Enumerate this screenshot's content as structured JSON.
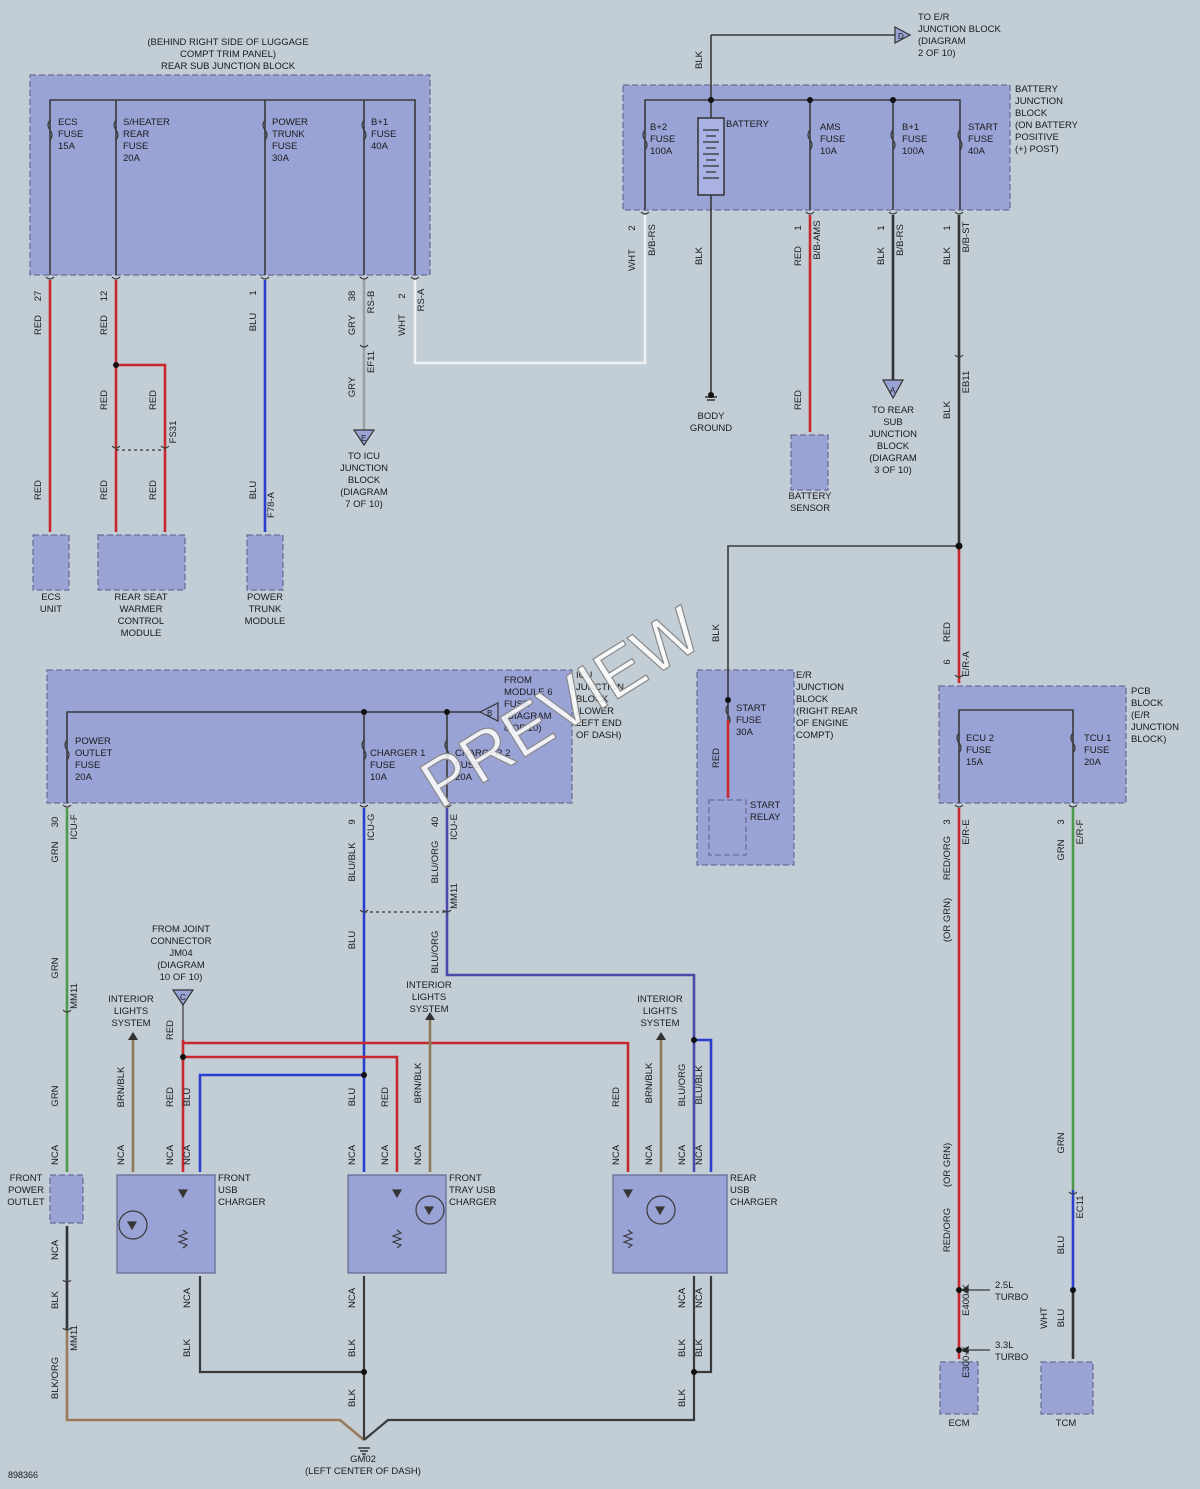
{
  "doc_id": "898366",
  "watermark": "PREVIEW",
  "rear_sub_jb": {
    "title": [
      "(BEHIND RIGHT SIDE OF LUGGAGE",
      "COMPT TRIM PANEL)",
      "REAR SUB JUNCTION BLOCK"
    ],
    "fuses": [
      {
        "lines": [
          "ECS",
          "FUSE",
          "15A"
        ]
      },
      {
        "lines": [
          "S/HEATER",
          "REAR",
          "FUSE",
          "20A"
        ]
      },
      {
        "lines": [
          "POWER",
          "TRUNK",
          "FUSE",
          "30A"
        ]
      },
      {
        "lines": [
          "B+1",
          "FUSE",
          "40A"
        ]
      }
    ],
    "pins": [
      "27",
      "12",
      "1",
      "38",
      "2"
    ],
    "connectors": [
      "RS-B",
      "RS-A"
    ]
  },
  "battery_jb": {
    "title": [
      "BATTERY",
      "JUNCTION",
      "BLOCK",
      "(ON BATTERY",
      "POSITIVE",
      "(+) POST)"
    ],
    "battery_label": "BATTERY",
    "fuses": [
      {
        "lines": [
          "B+2",
          "FUSE",
          "100A"
        ]
      },
      {
        "lines": [
          "AMS",
          "FUSE",
          "10A"
        ]
      },
      {
        "lines": [
          "B+1",
          "FUSE",
          "100A"
        ]
      },
      {
        "lines": [
          "START",
          "FUSE",
          "40A"
        ]
      }
    ],
    "pins": [
      "2",
      "1",
      "1",
      "1"
    ],
    "connectors": [
      "B/B-RS",
      "B/B-AMS",
      "B/B-RS",
      "B/B-ST"
    ]
  },
  "icu_jb": {
    "title": [
      "ICU",
      "JUNCTION",
      "BLOCK",
      "(LOWER",
      "LEFT END",
      "OF DASH)"
    ],
    "from_label": [
      "FROM",
      "MODULE 6",
      "FUSE",
      "(DIAGRAM",
      "8 OF 10)"
    ],
    "fuses": [
      {
        "lines": [
          "POWER",
          "OUTLET",
          "FUSE",
          "20A"
        ]
      },
      {
        "lines": [
          "CHARGER 1",
          "FUSE",
          "10A"
        ]
      },
      {
        "lines": [
          "CHARGER 2",
          "FUSE",
          "20A"
        ]
      }
    ],
    "pins": [
      "30",
      "9",
      "40"
    ],
    "connectors": [
      "ICU-F",
      "ICU-G",
      "ICU-E"
    ]
  },
  "er_jb": {
    "title": [
      "E/R",
      "JUNCTION",
      "BLOCK",
      "(RIGHT REAR",
      "OF ENGINE",
      "COMPT)"
    ],
    "fuse": {
      "lines": [
        "START",
        "FUSE",
        "30A"
      ]
    },
    "relay": [
      "START",
      "RELAY"
    ]
  },
  "pcb_block": {
    "title": [
      "PCB",
      "BLOCK",
      "(E/R",
      "JUNCTION",
      "BLOCK)"
    ],
    "fuses": [
      {
        "lines": [
          "ECU 2",
          "FUSE",
          "15A"
        ]
      },
      {
        "lines": [
          "TCU 1",
          "FUSE",
          "20A"
        ]
      }
    ],
    "pins": [
      "6",
      "3",
      "3"
    ],
    "connectors": [
      "E/R-A",
      "E/R-E",
      "E/R-F"
    ]
  },
  "components": {
    "ecs_unit": [
      "ECS",
      "UNIT"
    ],
    "rear_seat": [
      "REAR SEAT",
      "WARMER",
      "CONTROL",
      "MODULE"
    ],
    "power_trunk": [
      "POWER",
      "TRUNK",
      "MODULE"
    ],
    "battery_sensor": [
      "BATTERY",
      "SENSOR"
    ],
    "front_outlet": [
      "FRONT",
      "POWER",
      "OUTLET"
    ],
    "front_usb": [
      "FRONT",
      "USB",
      "CHARGER"
    ],
    "front_tray_usb": [
      "FRONT",
      "TRAY USB",
      "CHARGER"
    ],
    "rear_usb": [
      "REAR",
      "USB",
      "CHARGER"
    ],
    "ecm": "ECM",
    "tcm": "TCM"
  },
  "references": {
    "to_er_jb": [
      "TO E/R",
      "JUNCTION BLOCK",
      "(DIAGRAM",
      "2 OF 10)"
    ],
    "to_icu_jb": [
      "TO ICU",
      "JUNCTION",
      "BLOCK",
      "(DIAGRAM",
      "7 OF 10)"
    ],
    "to_rear_sub": [
      "TO REAR",
      "SUB",
      "JUNCTION",
      "BLOCK",
      "(DIAGRAM",
      "3 OF 10)"
    ],
    "body_ground": [
      "BODY",
      "GROUND"
    ],
    "from_joint": [
      "FROM JOINT",
      "CONNECTOR",
      "JM04",
      "(DIAGRAM",
      "10 OF 10)"
    ],
    "interior_lights": [
      "INTERIOR",
      "LIGHTS",
      "SYSTEM"
    ],
    "ground_gm02": [
      "GM02",
      "(LEFT CENTER OF DASH)"
    ],
    "turbo_25": [
      "2.5L",
      "TURBO"
    ],
    "turbo_33": [
      "3.3L",
      "TURBO"
    ],
    "letters": {
      "D": "D",
      "E": "E",
      "A": "A",
      "B": "B",
      "C": "C"
    }
  },
  "wire_colors": {
    "RED": "#c8282c",
    "BLU": "#2a3ed0",
    "GRN": "#4e9a4a",
    "BLK": "#333333",
    "GRY": "#9aa0a4",
    "WHT": "#f2f2f2",
    "BRN/BLK": "#8a7a5a",
    "BLK/ORG": "#9a7a5a",
    "BLU/ORG": "#4a4aa8"
  },
  "labels": {
    "RED": "RED",
    "BLU": "BLU",
    "GRN": "GRN",
    "BLK": "BLK",
    "GRY": "GRY",
    "WHT": "WHT",
    "NCA": "NCA",
    "BRNBLK": "BRN/BLK",
    "BLUBLK": "BLU/BLK",
    "BLUORG": "BLU/ORG",
    "BLKORG": "BLK/ORG",
    "REDORG": "RED/ORG",
    "ORGRN": "(OR GRN)",
    "EF11": "EF11",
    "FS31": "FS31",
    "F78A": "F78-A",
    "MM11": "MM11",
    "EB11": "EB11",
    "EC11": "EC11",
    "E400K": "E400-K",
    "E300K": "E300-K"
  }
}
